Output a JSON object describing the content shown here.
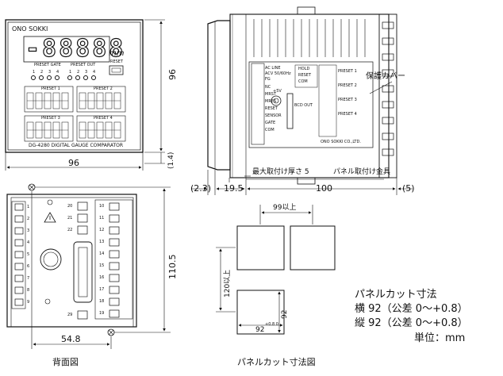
{
  "front_panel": {
    "brand": "ONO SOKKI",
    "display_digits": "-88888",
    "unit": "mm",
    "preset_gate_label": "PRESET GATE",
    "preset_out_label": "PRESET OUT",
    "indicator_numbers": [
      "1",
      "2",
      "3",
      "4"
    ],
    "reset_label": "RESET",
    "preset_labels": [
      "PRESET 1",
      "PRESET 2",
      "PRESET 3",
      "PRESET 4"
    ],
    "model": "DG-4280  DIGITAL GAUGE COMPARATOR"
  },
  "front_dims": {
    "width": "96",
    "height": "96",
    "bezel": "(1.4)"
  },
  "side_view": {
    "terminals_left": [
      "AC LINE",
      "ACV 50/60Hz",
      "FG",
      "NC",
      "MRST",
      "MRES",
      "RESET",
      "SENSOR",
      "GATE",
      "COM"
    ],
    "terminals_mid": [
      "HOLD",
      "RESET",
      "COM",
      "+5V"
    ],
    "bcd_label": "BCD OUT",
    "preset_labels": [
      "PRESET 1",
      "PRESET 2",
      "PRESET 3",
      "PRESET 4"
    ],
    "maker": "ONO SOKKI CO.,LTD.",
    "cover_label": "保護カバー",
    "max_panel_thickness": "最大取付け厚さ 5",
    "panel_bracket": "パネル取付け金具",
    "dims": {
      "left_gap": "(2.3)",
      "front_depth": "19.5",
      "depth": "100",
      "right_gap": "(5)"
    }
  },
  "rear_view": {
    "terminal_numbers_left": [
      "1",
      "2",
      "3",
      "4",
      "5",
      "6",
      "7",
      "8",
      "9"
    ],
    "terminal_numbers_center": [
      "20",
      "21",
      "22",
      "29"
    ],
    "terminal_numbers_right": [
      "10",
      "11",
      "12",
      "13",
      "14",
      "15",
      "16",
      "17",
      "18",
      "19"
    ],
    "height": "110.5",
    "width": "54.8",
    "caption": "背面図"
  },
  "panel_cutout": {
    "top_pitch": "99以上",
    "side_pitch": "120以上",
    "width_label": "92",
    "height_label": "92",
    "tolerance": "+0.8 0",
    "caption": "パネルカット寸法図",
    "spec_title": "パネルカット寸法",
    "spec_h": "横 92（公差 0～+0.8）",
    "spec_v": "縦 92（公差 0～+0.8）",
    "unit_label": "単位：mm"
  }
}
